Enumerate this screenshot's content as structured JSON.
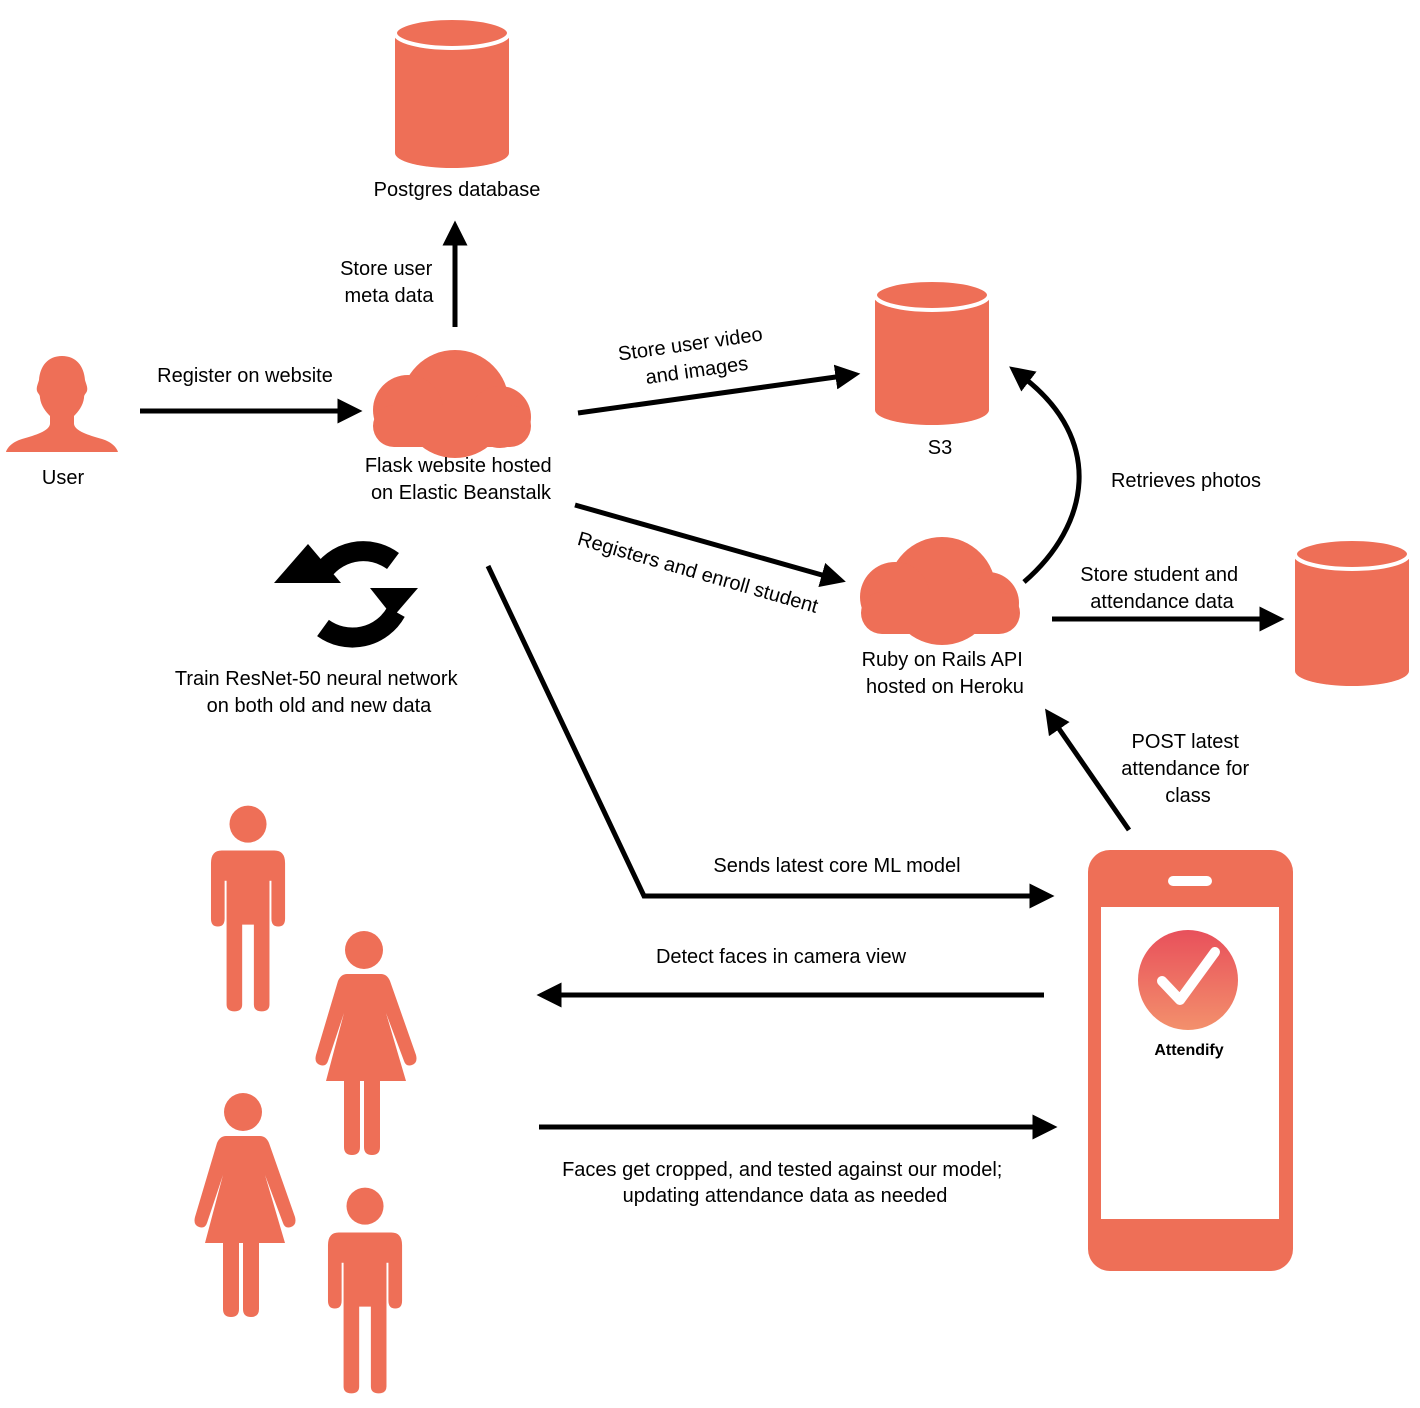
{
  "colors": {
    "accent": "#EE6F57",
    "arrow": "#000000",
    "logo_top": "#E8505B",
    "logo_bottom": "#F3906C",
    "background": "#FFFFFF"
  },
  "icons": {
    "user": "person-silhouette-icon",
    "cloud": "cloud-icon",
    "database": "database-cylinder-icon",
    "refresh": "refresh-cycle-icon",
    "phone": "smartphone-icon",
    "logo": "checkmark-logo-icon",
    "people": "person-figure-icon"
  },
  "nodes": {
    "user": "User",
    "postgres": "Postgres database",
    "flask": [
      "Flask website hosted",
      "on Elastic Beanstalk"
    ],
    "s3": "S3",
    "rails": [
      "Ruby on Rails API",
      "hosted on Heroku"
    ],
    "train": [
      "Train ResNet-50 neural network",
      "on both old and new data"
    ],
    "app_name": "Attendify"
  },
  "edges": {
    "register": "Register on website",
    "store_meta": [
      "Store user",
      "meta data"
    ],
    "store_video": [
      "Store user video",
      "and images"
    ],
    "enroll": "Registers and enroll student",
    "retrieves": "Retrieves photos",
    "store_student": [
      "Store student and",
      "attendance data"
    ],
    "post_latest": [
      "POST latest",
      "attendance for",
      "class"
    ],
    "sends_model": "Sends latest core ML model",
    "detect": "Detect faces in camera view",
    "faces_cropped": [
      "Faces get cropped, and tested against our model;",
      "updating attendance data as needed"
    ]
  }
}
